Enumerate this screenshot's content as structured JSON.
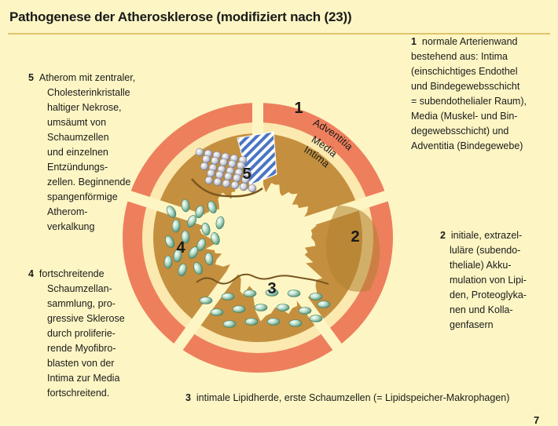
{
  "title": "Pathogenese der Atherosklerose (modifiziert nach (23))",
  "page_number": "7",
  "colors": {
    "background": "#fdf6c4",
    "adventitia": "#ee7f5d",
    "media": "#fbe9b0",
    "intima": "#c4903f",
    "foam_cell": "#8fc3a9",
    "crystal": "#4a76c2"
  },
  "diagram": {
    "layer_labels": [
      "Adventitia",
      "Media",
      "Intima"
    ],
    "segments": [
      {
        "number": "1"
      },
      {
        "number": "2"
      },
      {
        "number": "3"
      },
      {
        "number": "4"
      },
      {
        "number": "5"
      }
    ]
  },
  "notes": {
    "n1": {
      "number": "1",
      "lines": [
        "normale Arterienwand",
        "bestehend aus: Intima",
        "(einschichtiges Endothel",
        "und Bindegewebsschicht",
        "= subendothelialer Raum),",
        "Media (Muskel- und Bin-",
        "degewebsschicht) und",
        "Adventitia (Bindegewebe)"
      ]
    },
    "n2": {
      "number": "2",
      "lines": [
        "initiale, extrazel-",
        "luläre (subendo-",
        "theliale) Akku-",
        "mulation von Lipi-",
        "den, Proteoglyka-",
        "nen und Kolla-",
        "genfasern"
      ]
    },
    "n3": {
      "number": "3",
      "text": "intimale Lipidherde, erste Schaumzellen (= Lipidspeicher-Makrophagen)"
    },
    "n4": {
      "number": "4",
      "lines": [
        "fortschreitende",
        "Schaumzellan-",
        "sammlung, pro-",
        "gressive Sklerose",
        "durch proliferie-",
        "rende Myofibro-",
        "blasten von der",
        "Intima zur Media",
        "fortschreitend."
      ]
    },
    "n5": {
      "number": "5",
      "lines": [
        "Atherom mit zentraler,",
        "Cholesterinkristalle",
        "haltiger Nekrose,",
        "umsäumt von",
        "Schaumzellen",
        "und einzelnen",
        "Entzündungs-",
        "zellen. Beginnende",
        "spangenförmige",
        "Atherom-",
        "verkalkung"
      ]
    }
  }
}
